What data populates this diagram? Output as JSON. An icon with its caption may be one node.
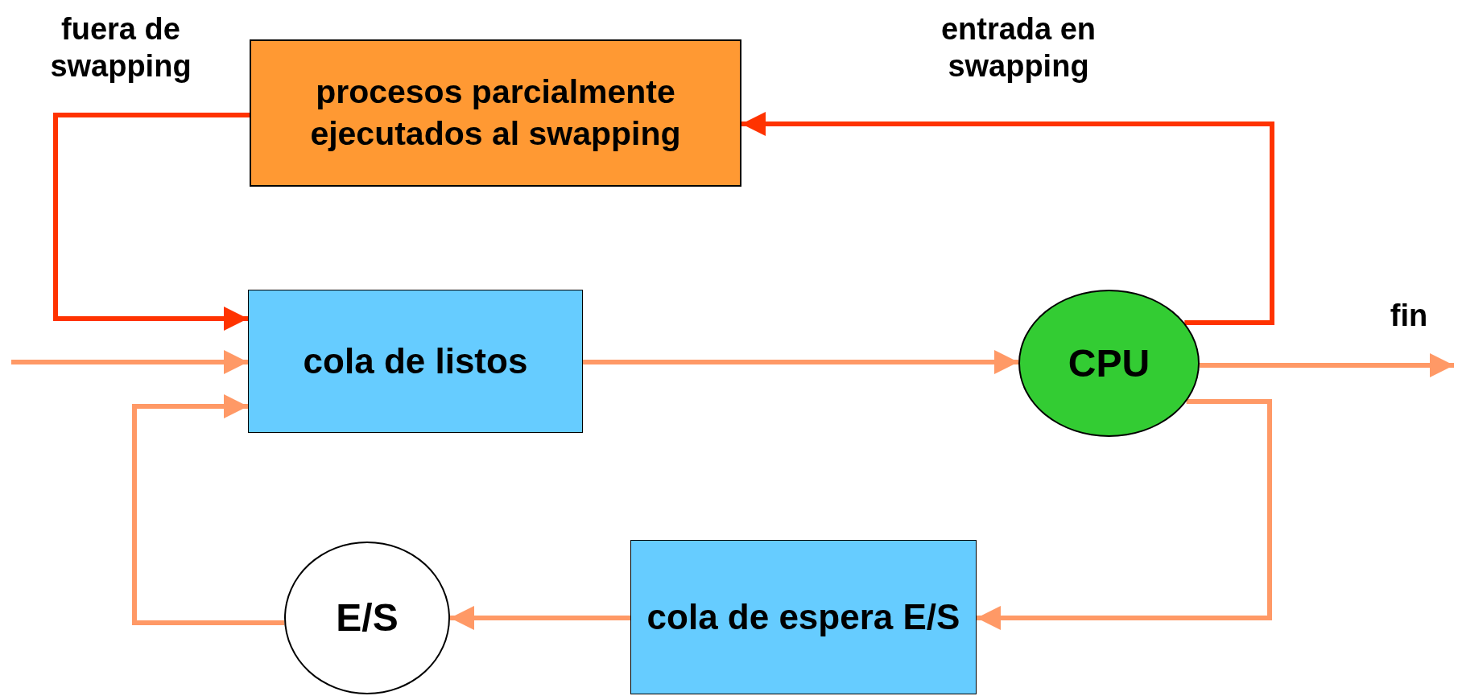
{
  "diagram": {
    "nodes": [
      {
        "text": [
          "procesos parcialmente ejecutados al swapping"
        ]
      },
      {
        "text": [
          "cola de listos"
        ]
      },
      {
        "text": [
          "CPU"
        ]
      },
      {
        "text": [
          "E/S"
        ]
      },
      {
        "text": [
          "cola de espera E/S"
        ]
      }
    ],
    "edges": [
      {
        "from": 0,
        "to": 1,
        "arrow": "to",
        "label": "fuera de swapping",
        "color": "#ff3300"
      },
      {
        "from": 2,
        "to": 0,
        "arrow": "to",
        "label": "entrada en swapping",
        "color": "#ff3300"
      },
      {
        "from": null,
        "to": 1,
        "arrow": "to"
      },
      {
        "from": 1,
        "to": 2,
        "arrow": "to"
      },
      {
        "from": 2,
        "to": null,
        "arrow": "to",
        "label": "fin"
      },
      {
        "from": 2,
        "to": 4,
        "arrow": "to"
      },
      {
        "from": 4,
        "to": 3,
        "arrow": "to"
      },
      {
        "from": 3,
        "to": 1,
        "arrow": "to"
      }
    ]
  }
}
